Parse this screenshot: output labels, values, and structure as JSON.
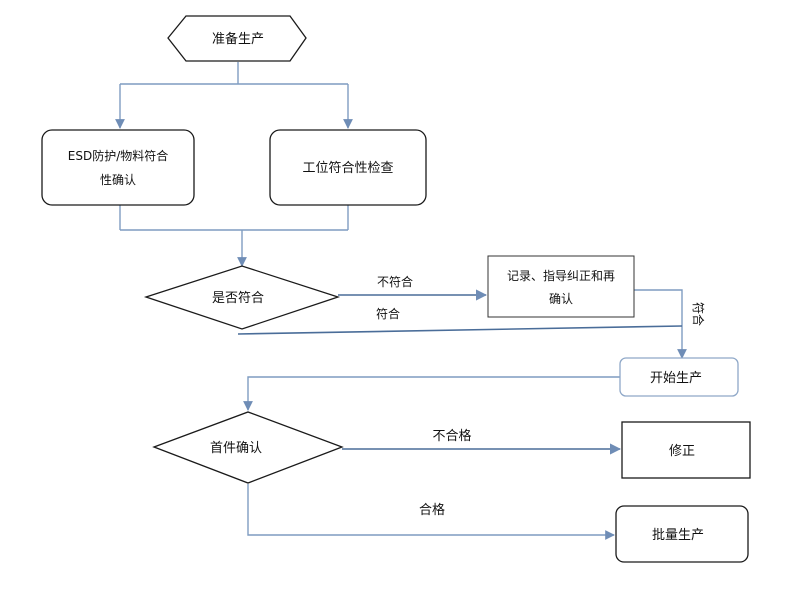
{
  "nodes": {
    "prepare": "准备生产",
    "esd_line1": "ESD防护/物料符合",
    "esd_line2": "性确认",
    "station": "工位符合性检查",
    "conform_q": "是否符合",
    "record_line1": "记录、指导纠正和再",
    "record_line2": "确认",
    "start": "开始生产",
    "first_piece": "首件确认",
    "fix": "修正",
    "mass": "批量生产"
  },
  "edges": {
    "no_conform": "不符合",
    "conform": "符合",
    "conform_vertical": "符合",
    "unqualified": "不合格",
    "qualified": "合格"
  },
  "colors": {
    "flow_line": "#7f9cc1",
    "node_border": "#1a1a1a"
  }
}
